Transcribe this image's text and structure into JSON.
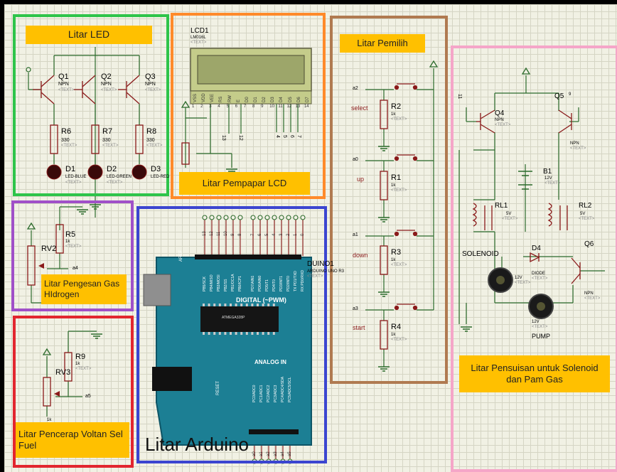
{
  "groups": {
    "led": {
      "label": "Litar LED",
      "border": "#2ec44a"
    },
    "lcd": {
      "label": "Litar Pempapar LCD",
      "border": "#ff8a2a"
    },
    "pemilih": {
      "label": "Litar Pemilih",
      "border": "#b07a50"
    },
    "pensuisan": {
      "label": "Litar Pensuisan untuk Solenoid dan Pam Gas",
      "border": "#f5a6c8"
    },
    "pengesan": {
      "label": "Litar Pengesan Gas HIdrogen",
      "border": "#a050c8"
    },
    "pencerap": {
      "label": "Litar Pencerap Voltan Sel Fuel",
      "border": "#e2262f"
    },
    "arduino": {
      "label": "Litar Arduino",
      "border": "#3b45d0"
    }
  },
  "colors": {
    "highlight": "#ffc000",
    "wire": "#2b6a2b",
    "component": "#8a1a1a",
    "grid": "#d5d5c4",
    "background": "#f1f1e4"
  },
  "components": {
    "transistors": [
      {
        "ref": "Q1",
        "type": "NPN"
      },
      {
        "ref": "Q2",
        "type": "NPN"
      },
      {
        "ref": "Q3",
        "type": "NPN"
      },
      {
        "ref": "Q4",
        "type": "NPN"
      },
      {
        "ref": "Q5",
        "type": "NPN"
      },
      {
        "ref": "Q6",
        "type": "NPN"
      }
    ],
    "led_resistors": [
      {
        "ref": "R6",
        "value": "330"
      },
      {
        "ref": "R7",
        "value": "330"
      },
      {
        "ref": "R8",
        "value": "330"
      }
    ],
    "leds": [
      {
        "ref": "D1",
        "part": "LED-BLUE"
      },
      {
        "ref": "D2",
        "part": "LED-GREEN"
      },
      {
        "ref": "D3",
        "part": "LED-RED"
      }
    ],
    "lcd": {
      "ref": "LCD1",
      "part": "LM016L",
      "pins": [
        "VSS",
        "VDD",
        "VEE",
        "RS",
        "RW",
        "E",
        "D0",
        "D1",
        "D2",
        "D3",
        "D4",
        "D5",
        "D6",
        "D7"
      ],
      "pin_numbers": [
        "1",
        "2",
        "3",
        "4",
        "5",
        "6",
        "7",
        "8",
        "9",
        "10",
        "11",
        "12",
        "13",
        "14"
      ],
      "port_labels": [
        "13",
        "12",
        "4",
        "5",
        "6",
        "7"
      ]
    },
    "selector": {
      "resistors": [
        {
          "ref": "R2",
          "value": "1k"
        },
        {
          "ref": "R1",
          "value": "1k"
        },
        {
          "ref": "R3",
          "value": "1k"
        },
        {
          "ref": "R4",
          "value": "1k"
        }
      ],
      "buttons": [
        "select",
        "up",
        "down",
        "start"
      ],
      "ports": [
        "a2",
        "a0",
        "a1",
        "a3"
      ]
    },
    "pengesan": {
      "rv": "RV2",
      "resistor": "R5",
      "value": "1k",
      "port": "a4"
    },
    "pencerap": {
      "rv": "RV3",
      "resistor": "R9",
      "value": "1k",
      "rv_value": "1k",
      "port": "a5"
    },
    "pensuisan": {
      "battery": {
        "ref": "B1",
        "value": "12V"
      },
      "relays": [
        {
          "ref": "RL1",
          "value": "5V"
        },
        {
          "ref": "RL2",
          "value": "5V"
        }
      ],
      "diode": {
        "ref": "D4",
        "part": "DIODE"
      },
      "solenoid": {
        "name": "SOLENOID",
        "value": "12V"
      },
      "pump": {
        "name": "PUMP",
        "value": "12V"
      },
      "pin_labels": [
        "11",
        "9"
      ]
    },
    "arduino": {
      "ref": "DUINO1",
      "part": "ARDUINO UNO R3",
      "digital_label": "DIGITAL (~PWM)",
      "analog_label": "ANALOG IN",
      "aref": "AREF",
      "reset": "RESET",
      "chip": "ATMEGA328P",
      "digital_pins": [
        "13",
        "12",
        "11",
        "10",
        "9",
        "8",
        "7",
        "6",
        "5",
        "4",
        "3",
        "2",
        "1",
        "0"
      ],
      "digital_pin_names": [
        "PB5/SCK",
        "PB4/MISO",
        "PB3/MOSI",
        "PB2/SS",
        "PB1/OC1A",
        "PB0/ICP1",
        "PD7/AIN1",
        "PD6/AIN0",
        "PD5/T1",
        "PD4/T0",
        "PD3/INT1",
        "PD2/INT0",
        "TX PD1/TXD",
        "RX PD0/RXD"
      ],
      "analog_pin_names": [
        "PC0/ADC0",
        "PC1/ADC1",
        "PC2/ADC2",
        "PC3/ADC3",
        "PC4/ADC4/SDA",
        "PC5/ADC5/SCL"
      ],
      "analog_ports": [
        "a0",
        "a1",
        "a2",
        "a3",
        "a4",
        "a5"
      ]
    },
    "text_placeholder": "<TEXT>"
  }
}
